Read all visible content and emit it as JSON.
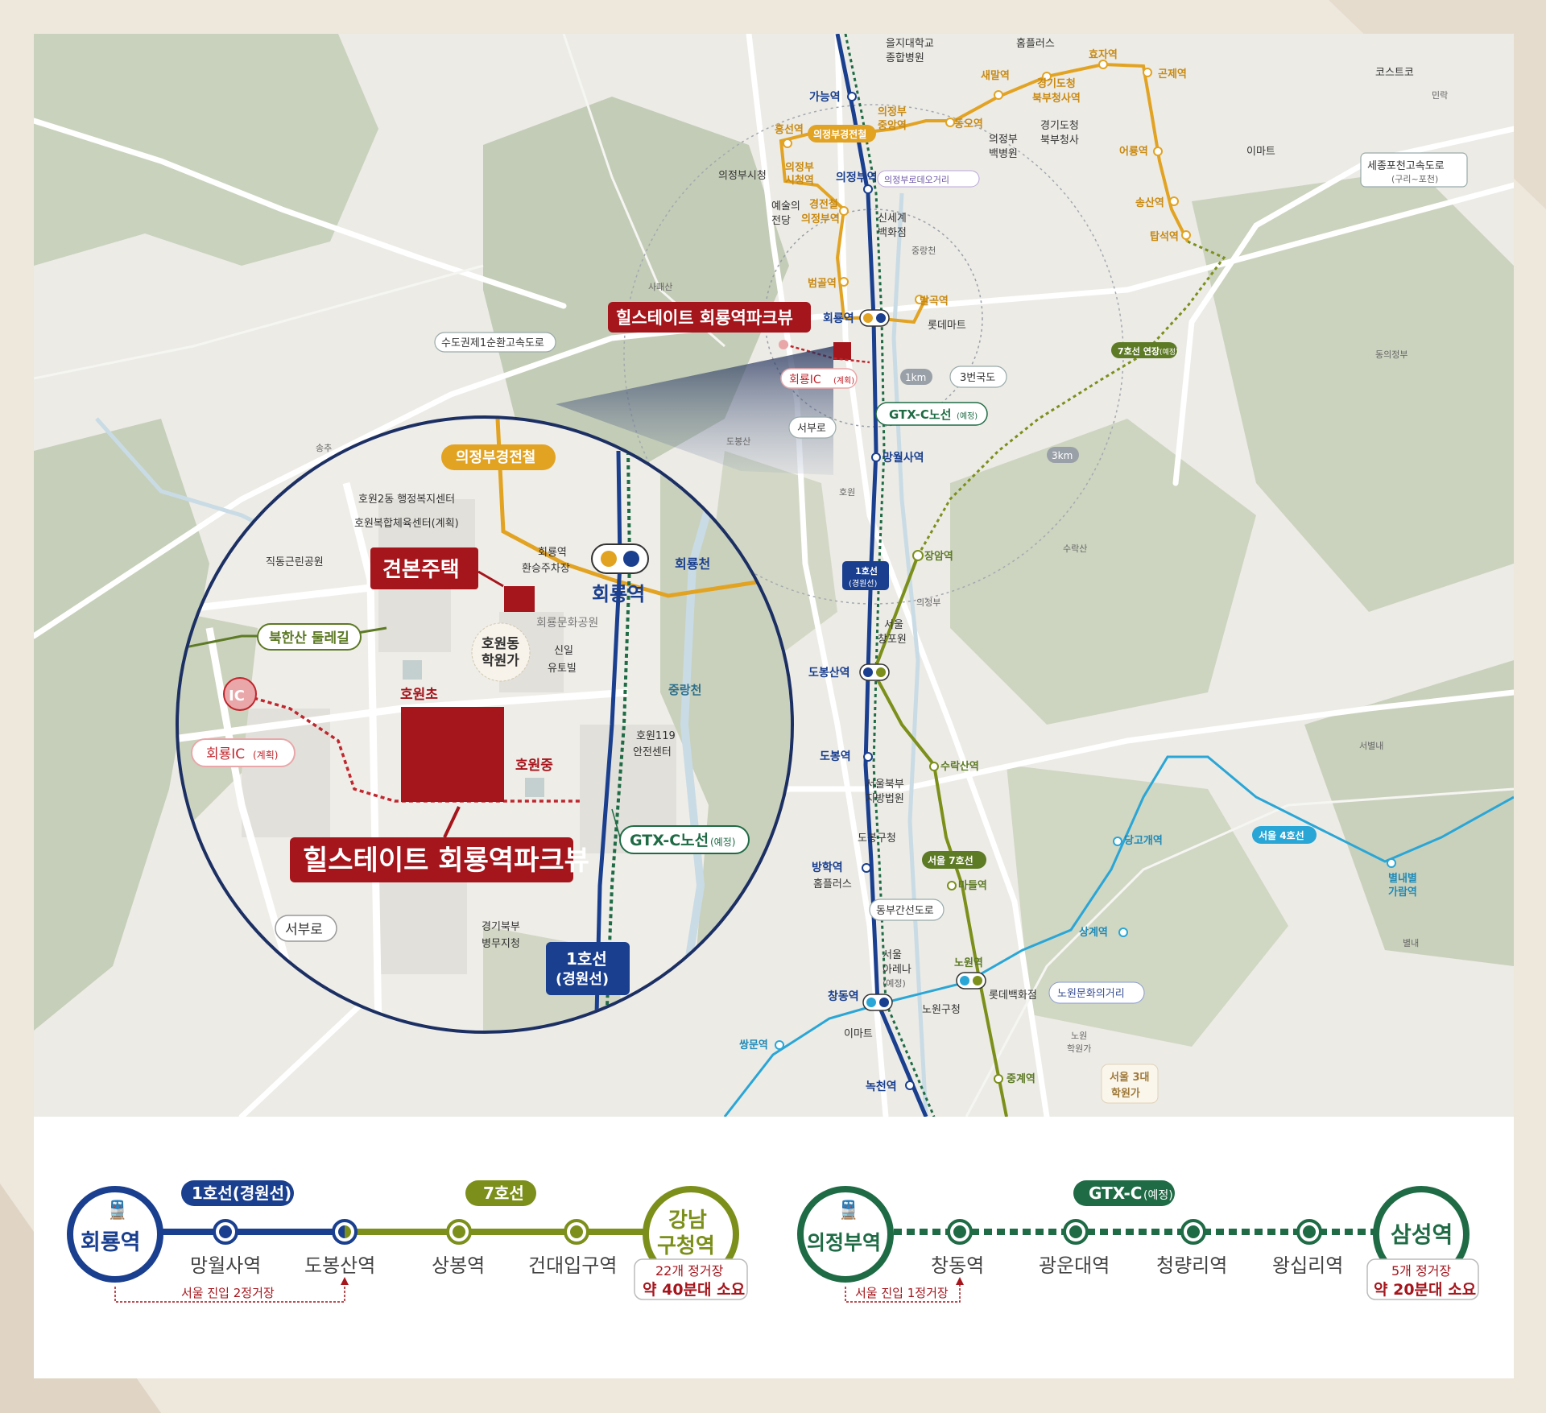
{
  "project": {
    "name": "힐스테이트 회룡역파크뷰",
    "model_house": "견본주택"
  },
  "map_labels": {
    "uijeongbu_light_rail": "의정부경전철",
    "ic_planned": "회룡IC",
    "ic_planned_suffix": "(계획)",
    "ic": "IC",
    "gtx_c": "GTX-C노선",
    "gtx_c_suffix": "(예정)",
    "line1": "1호선",
    "line1_sub": "(경원선)",
    "line7_ext": "7호선 연장",
    "line7_ext_suffix": "(예정)",
    "seoul7": "서울 7호선",
    "seoul4": "서울 4호선",
    "dist_1km": "1km",
    "dist_3km": "3km",
    "route3": "3번국도",
    "seobu_ro": "서부로",
    "dongbu_ro": "동부간선도로",
    "sudo_ring": "수도권제1순환고속도로",
    "sejong_pocheon": "세종포천고속도로",
    "sejong_pocheon_sub": "(구리~포천)",
    "bukhansan_trail": "북한산 둘레길",
    "nowon_culture": "노원문화의거리",
    "seoul3": "서울 3대",
    "seoul3_b": "학원가",
    "uijeongbu_rodeo": "의정부로데오거리"
  },
  "stations": {
    "hoeryong": "회룡역",
    "ganeung": "가능역",
    "uijeongbu": "의정부역",
    "mangwolsa": "망월사역",
    "dobongsan": "도봉산역",
    "dobong": "도봉역",
    "banghak": "방학역",
    "changdong": "창동역",
    "nokcheon": "녹천역",
    "nowon": "노원역",
    "junggye": "중계역",
    "madeul": "마들역",
    "suraksan": "수락산역",
    "jangam": "장암역",
    "balgok": "발곡역",
    "beomgol": "범골역",
    "gyeongjeonchul_uijeongbu": "경전철",
    "gyeongjeonchul_uijeongbu_b": "의정부역",
    "uijeongbu_cityhall": "의정부",
    "uijeongbu_cityhall_b": "시청역",
    "heungseon": "흥선역",
    "uijeongbu_jungang": "의정부",
    "uijeongbu_jungang_b": "중앙역",
    "dongo": "동오역",
    "saemal": "새말역",
    "gyeonggi_docheong": "경기도청",
    "gyeonggi_docheong_b": "북부청사역",
    "hyoja": "효자역",
    "gonje": "곤제역",
    "eoryong": "어룡역",
    "songsan": "송산역",
    "tapseok": "탑석역",
    "danggogae": "당고개역",
    "sanggye": "상계역",
    "byeollae": "별내별",
    "byeollae_b": "가람역",
    "ssangmun": "쌍문역"
  },
  "places": {
    "eulji": "을지대학교",
    "eulji_b": "종합병원",
    "homeplus_top": "홈플러스",
    "costco": "코스트코",
    "emart_top": "이마트",
    "minrak": "민락",
    "dong_uijeongbu": "동의정부",
    "uijeongbu_cityhall_place": "의정부시청",
    "arts": "예술의",
    "arts_b": "전당",
    "shinsegae": "신세계",
    "shinsegae_b": "백화점",
    "uijeongbu_hospital": "의정부",
    "uijeongbu_hospital_b": "백병원",
    "gyeonggi_north": "경기도청",
    "gyeonggi_north_b": "북부청사",
    "jungnangcheon": "중랑천",
    "sapaesan": "사패산",
    "lotte_mart": "롯데마트",
    "dobongsan_mt": "도봉산",
    "hoewon": "호원",
    "songchu": "송추",
    "uijeongbu_ic": "의정부",
    "suraksan_mt": "수락산",
    "seoul_changpo": "서울",
    "seoul_changpo_b": "창포원",
    "seoul_north_court": "서울북부",
    "seoul_north_court_b": "지방법원",
    "dobonggu": "도봉구청",
    "homeplus_bottom": "홈플러스",
    "seoul_arena": "서울",
    "seoul_arena_b": "아레나",
    "seoul_arena_c": "(예정)",
    "emart_bottom": "이마트",
    "nowongu": "노원구청",
    "lotte_dept": "롯데백화점",
    "nowon_academy": "노원",
    "nowon_academy_b": "학원가",
    "seoboonae": "서별내",
    "byeollae_ic": "별내"
  },
  "inset": {
    "hoewon2_center": "호원2동 행정복지센터",
    "hoewon_sports": "호원복합체육센터(계획)",
    "jikdong_park": "직동근린공원",
    "transfer_parking": "회룡역",
    "transfer_parking_b": "환승주차장",
    "hoeryongcheon": "회룡천",
    "hoeryong_culture_park": "회룡문화공원",
    "hoewon_academy": "호원동",
    "hoewon_academy_b": "학원가",
    "shinil": "신일",
    "shinil_b": "유토빌",
    "jungnangcheon": "중랑천",
    "hoewon_elem": "호원초",
    "hoewon_middle": "호원중",
    "fire_center": "호원119",
    "fire_center_b": "안전센터",
    "military": "경기북부",
    "military_b": "병무지청"
  },
  "routes": {
    "route1": {
      "origin": "회룡역",
      "line1_badge": "1호선(경원선)",
      "line7_badge": "7호선",
      "stops": [
        "망월사역",
        "도봉산역",
        "상봉역",
        "건대입구역"
      ],
      "dest_a": "강남",
      "dest_b": "구청역",
      "stops_count": "22개 정거장",
      "duration": "약 40분대 소요",
      "seoul_entry": "서울 진입 2정거장"
    },
    "route2": {
      "origin": "의정부역",
      "gtx_badge": "GTX-C",
      "gtx_badge_suffix": "(예정)",
      "stops": [
        "창동역",
        "광운대역",
        "청량리역",
        "왕십리역"
      ],
      "dest": "삼성역",
      "stops_count": "5개 정거장",
      "duration": "약 20분대 소요",
      "seoul_entry": "서울 진입 1정거장"
    }
  },
  "colors": {
    "line1": "#1a3f8f",
    "line7": "#7c8f1a",
    "gtx": "#1f6b45",
    "light_rail": "#e2a323",
    "line4": "#2aa6d6",
    "accent_red": "#a5151c",
    "bg": "#eee7dc"
  }
}
